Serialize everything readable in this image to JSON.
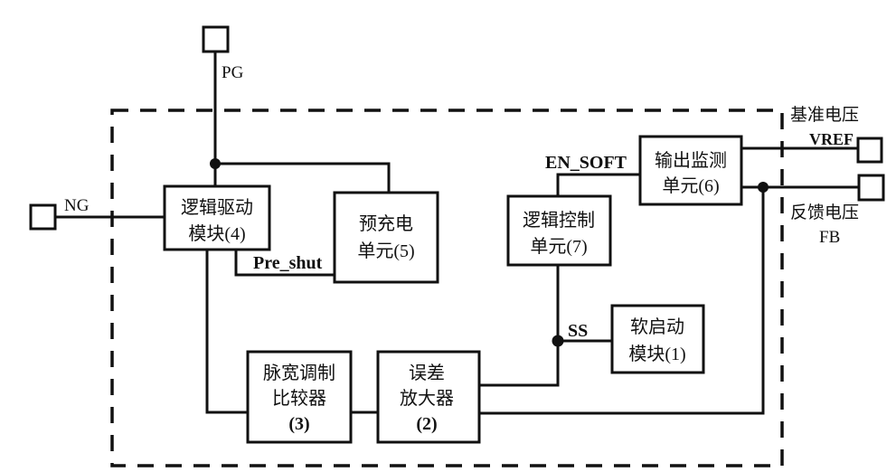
{
  "pins": {
    "pg": "PG",
    "ng": "NG",
    "vref_cn": "基准电压",
    "vref": "VREF",
    "fb_cn": "反馈电压",
    "fb": "FB"
  },
  "signals": {
    "pre_shut": "Pre_shut",
    "en_soft": "EN_SOFT",
    "ss": "SS"
  },
  "blocks": {
    "logic_drive": [
      "逻辑驱动",
      "模块(4)"
    ],
    "precharge": [
      "预充电",
      "单元(5)"
    ],
    "pwm_comparator": [
      "脉宽调制",
      "比较器",
      "(3)"
    ],
    "error_amp": [
      "误差",
      "放大器",
      "(2)"
    ],
    "logic_control": [
      "逻辑控制",
      "单元(7)"
    ],
    "output_monitor": [
      "输出监测",
      "单元(6)"
    ],
    "soft_start": [
      "软启动",
      "模块(1)"
    ]
  }
}
